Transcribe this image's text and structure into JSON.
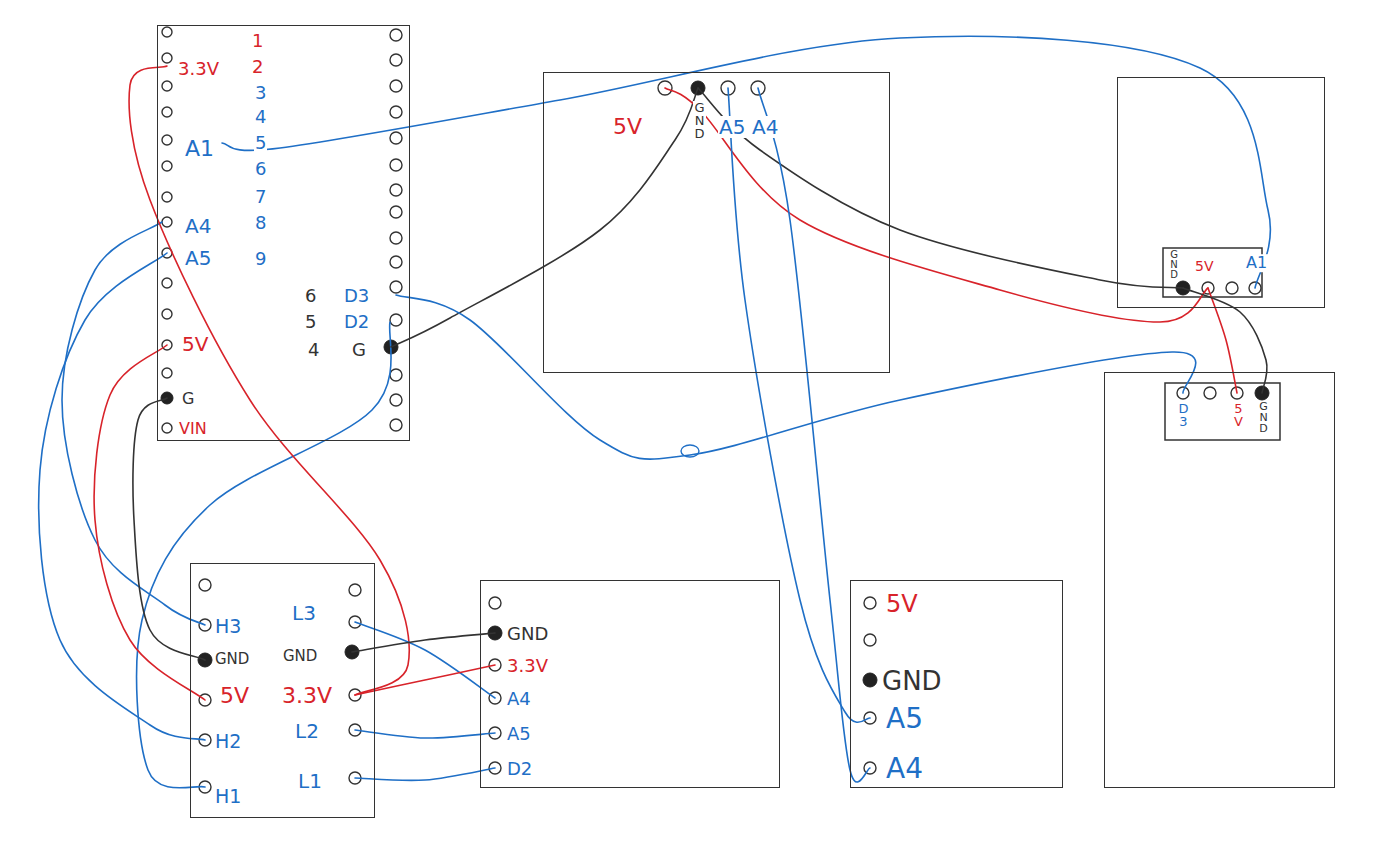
{
  "diagram": {
    "nodes": [
      {
        "text": [
          "1",
          "2",
          "3.3V",
          "3",
          "4",
          "A1",
          "5",
          "6",
          "7",
          "A4",
          "8",
          "A5",
          "9",
          "6",
          "D3",
          "5",
          "D2",
          "4",
          "G",
          "5V",
          "G",
          "VIN"
        ]
      },
      {
        "text": [
          "5V",
          "GND",
          "A5",
          "A4"
        ]
      },
      {
        "text": [
          "GND",
          "5V",
          "A1"
        ]
      },
      {
        "text": [
          "D3",
          "5V",
          "GND"
        ]
      },
      {
        "text": [
          "H3",
          "L3",
          "GND",
          "GND",
          "5V",
          "3.3V",
          "H2",
          "L2",
          "H1",
          "L1"
        ]
      },
      {
        "text": [
          "GND",
          "3.3V",
          "A4",
          "A5",
          "D2"
        ]
      },
      {
        "text": [
          "5V",
          "GND",
          "A5",
          "A4"
        ]
      }
    ],
    "edges": [
      {
        "from": 0,
        "to": 2,
        "arrow": "none"
      },
      {
        "from": 0,
        "to": 4,
        "arrow": "none"
      },
      {
        "from": 0,
        "to": 4,
        "arrow": "none"
      },
      {
        "from": 0,
        "to": 4,
        "arrow": "none"
      },
      {
        "from": 0,
        "to": 4,
        "arrow": "none"
      },
      {
        "from": 0,
        "to": 4,
        "arrow": "none"
      },
      {
        "from": 0,
        "to": 4,
        "arrow": "none"
      },
      {
        "from": 0,
        "to": 1,
        "arrow": "none"
      },
      {
        "from": 0,
        "to": 3,
        "arrow": "none"
      },
      {
        "from": 4,
        "to": 5,
        "arrow": "none"
      },
      {
        "from": 4,
        "to": 5,
        "arrow": "none"
      },
      {
        "from": 4,
        "to": 5,
        "arrow": "none"
      },
      {
        "from": 4,
        "to": 5,
        "arrow": "none"
      },
      {
        "from": 4,
        "to": 5,
        "arrow": "none"
      },
      {
        "from": 1,
        "to": 2,
        "arrow": "none"
      },
      {
        "from": 1,
        "to": 2,
        "arrow": "none"
      },
      {
        "from": 1,
        "to": 6,
        "arrow": "none"
      },
      {
        "from": 1,
        "to": 6,
        "arrow": "none"
      },
      {
        "from": 2,
        "to": 3,
        "arrow": "none"
      },
      {
        "from": 2,
        "to": 3,
        "arrow": "none"
      }
    ]
  }
}
